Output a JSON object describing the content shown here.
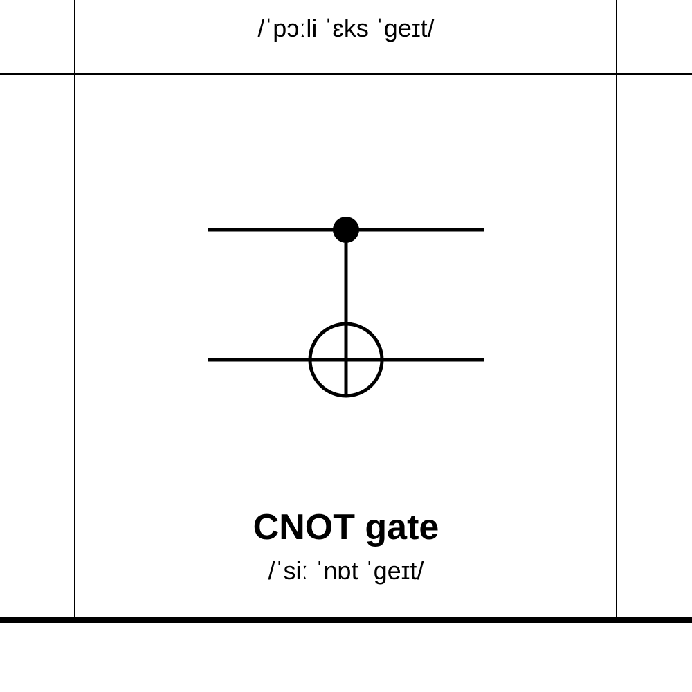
{
  "cells": [
    {
      "pronunciation": "/ˈpɔːli ˈɛks ˈɡeɪt/"
    },
    {
      "title": "CNOT gate",
      "pronunciation": "/ˈsiː ˈnɒt ˈɡeɪt/",
      "symbol": "cnot-circuit-symbol"
    }
  ]
}
